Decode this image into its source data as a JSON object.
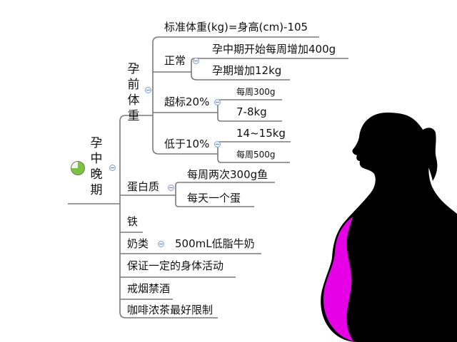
{
  "root": {
    "label": "孕中晚期",
    "icon": "progress-pie-icon",
    "progress_fraction": 0.75
  },
  "prepreg_weight": {
    "label": "孕前体重",
    "standard": "标准体重(kg)=身高(cm)-105",
    "normal": {
      "label": "正常",
      "items": [
        "孕中期开始每周增加400g",
        "孕期增加12kg"
      ]
    },
    "over": {
      "label": "超标20%",
      "items": [
        "每周300g",
        "7-8kg"
      ]
    },
    "under": {
      "label": "低于10%",
      "items": [
        "14~15kg",
        "每周500g"
      ]
    }
  },
  "protein": {
    "label": "蛋白质",
    "items": [
      "每周两次300g鱼",
      "每天一个蛋"
    ]
  },
  "iron": {
    "label": "铁"
  },
  "dairy": {
    "label": "奶类",
    "item": "500mL低脂牛奶"
  },
  "activity": {
    "label": "保证一定的身体活动"
  },
  "smoking": {
    "label": "戒烟禁酒"
  },
  "coffee": {
    "label": "咖啡浓茶最好限制"
  },
  "colors": {
    "line": "#777777",
    "silhouette": "#000000",
    "belly": "#e600e6",
    "pie_fill": "#7cc242"
  }
}
